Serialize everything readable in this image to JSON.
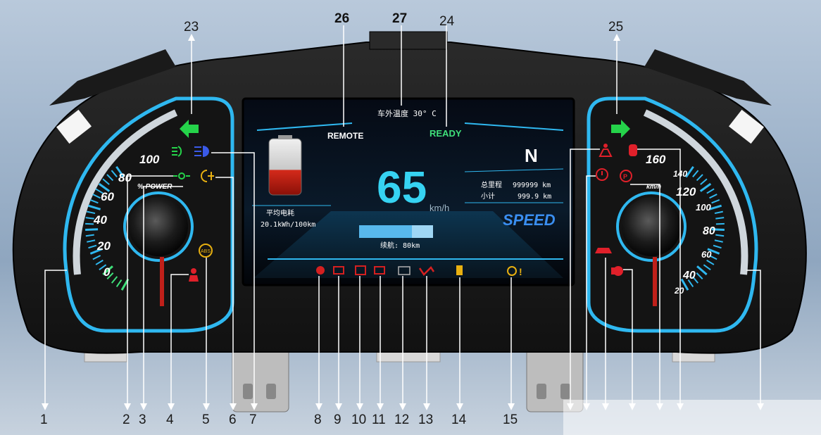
{
  "title": "Instrument cluster callout diagram",
  "lcd": {
    "outside_temp": "车外温度 30° C",
    "remote": "REMOTE",
    "ready": "READY",
    "gear": "N",
    "speed": "65",
    "speed_unit": "km/h",
    "odo_label": "总里程",
    "odo_value": "999999 km",
    "trip_label": "小计",
    "trip_value": "999.9 km",
    "avg_label": "平均电耗",
    "avg_value": "20.1kWh/100km",
    "range_label": "续航: 80km",
    "brand": "SPEED"
  },
  "left_gauge": {
    "ticks": [
      "0",
      "20",
      "40",
      "60",
      "80",
      "100"
    ],
    "label": "% POWER",
    "abs_label": "ABS"
  },
  "right_gauge": {
    "ticks": [
      "20",
      "40",
      "60",
      "80",
      "100",
      "120",
      "140",
      "160"
    ],
    "unit": "km/h"
  },
  "callouts": {
    "top": [
      "26",
      "27",
      "24",
      "23",
      "25"
    ],
    "bottom": [
      "1",
      "2",
      "3",
      "4",
      "5",
      "6",
      "7",
      "8",
      "9",
      "10",
      "11",
      "12",
      "13",
      "14",
      "15"
    ]
  },
  "colors": {
    "accent_blue": "#2fb8f0",
    "ready_green": "#3fe07a",
    "warn_red": "#e0202a",
    "amber": "#e8b010",
    "speed_cyan": "#36d3f2"
  }
}
